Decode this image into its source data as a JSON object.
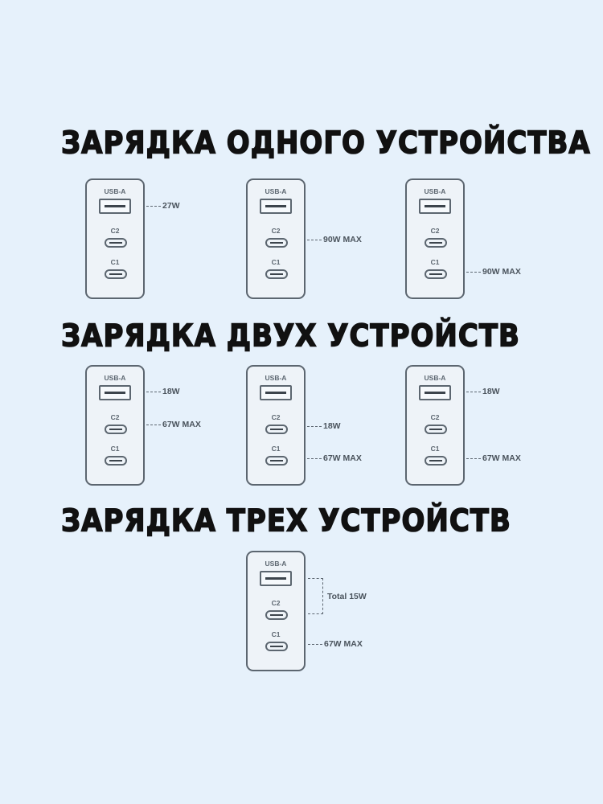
{
  "sections": [
    {
      "heading": "ЗАРЯДКА ОДНОГО УСТРОЙСТВА",
      "chargers": [
        {
          "port_labels": {
            "usba": "USB-A",
            "c2": "C2",
            "c1": "C1"
          },
          "outputs": [
            {
              "port": "USB-A",
              "value": "27W"
            }
          ]
        },
        {
          "port_labels": {
            "usba": "USB-A",
            "c2": "C2",
            "c1": "C1"
          },
          "outputs": [
            {
              "port": "C2",
              "value": "90W MAX"
            }
          ]
        },
        {
          "port_labels": {
            "usba": "USB-A",
            "c2": "C2",
            "c1": "C1"
          },
          "outputs": [
            {
              "port": "C1",
              "value": "90W MAX"
            }
          ]
        }
      ]
    },
    {
      "heading": "ЗАРЯДКА ДВУХ УСТРОЙСТВ",
      "chargers": [
        {
          "port_labels": {
            "usba": "USB-A",
            "c2": "C2",
            "c1": "C1"
          },
          "outputs": [
            {
              "port": "USB-A",
              "value": "18W"
            },
            {
              "port": "C2",
              "value": "67W MAX"
            }
          ]
        },
        {
          "port_labels": {
            "usba": "USB-A",
            "c2": "C2",
            "c1": "C1"
          },
          "outputs": [
            {
              "port": "C2",
              "value": "18W"
            },
            {
              "port": "C1",
              "value": "67W MAX"
            }
          ]
        },
        {
          "port_labels": {
            "usba": "USB-A",
            "c2": "C2",
            "c1": "C1"
          },
          "outputs": [
            {
              "port": "USB-A",
              "value": "18W"
            },
            {
              "port": "C1",
              "value": "67W MAX"
            }
          ]
        }
      ]
    },
    {
      "heading": "ЗАРЯДКА ТРЕХ УСТРОЙСТВ",
      "chargers": [
        {
          "port_labels": {
            "usba": "USB-A",
            "c2": "C2",
            "c1": "C1"
          },
          "outputs": [
            {
              "port": "USB-A + C2",
              "value": "Total 15W"
            },
            {
              "port": "C1",
              "value": "67W MAX"
            }
          ]
        }
      ]
    }
  ],
  "colors": {
    "background": "#e6f1fb",
    "heading": "#111111",
    "diagram_stroke": "#5c6670",
    "label_text": "#4a535c"
  }
}
